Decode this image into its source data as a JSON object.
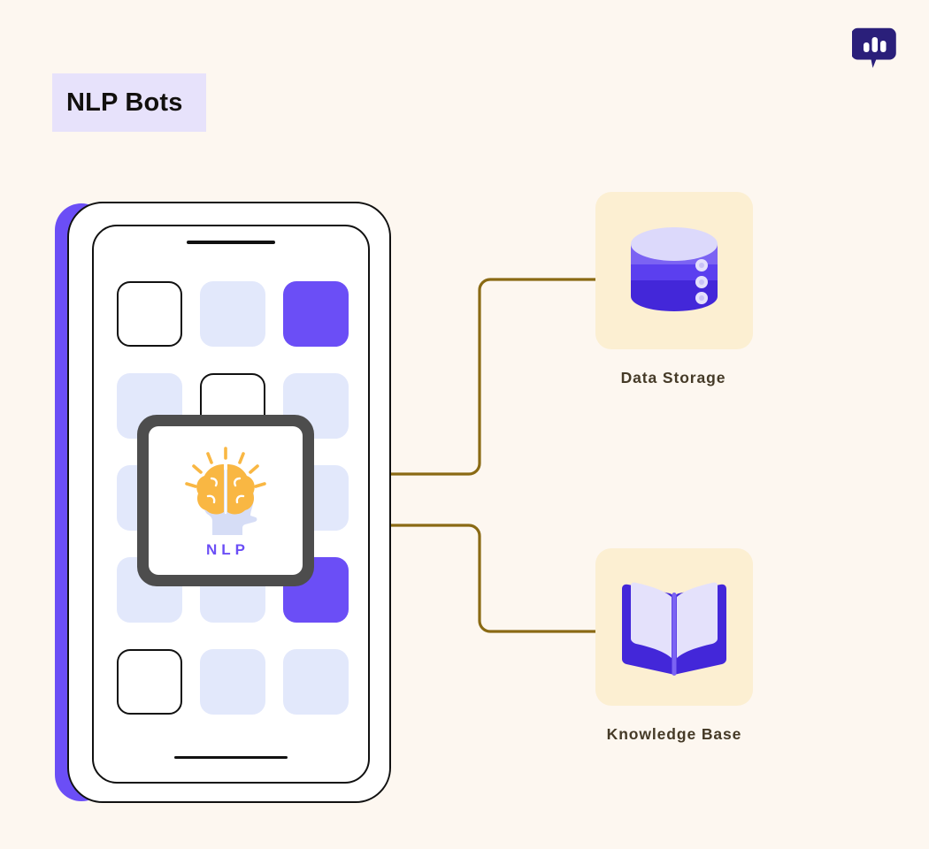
{
  "page": {
    "background_color": "#FDF7F0",
    "title": "NLP Bots"
  },
  "brand": {
    "logo_icon": "chat-bubble-bars-icon",
    "logo_color": "#2A1F7A"
  },
  "header": {
    "title": "NLP Bots",
    "title_chip_color": "#E7E2FB",
    "title_text_color": "#12100E"
  },
  "phone": {
    "accent_color": "#6B4EF6",
    "frame_color": "#111111",
    "screen_color": "#FFFFFF",
    "speaker_bar": "speaker-bar",
    "home_bar": "home-indicator",
    "tile_colors": {
      "lavender": "#E2E8FB",
      "purple": "#6B4EF6",
      "outline": "#FFFFFF"
    },
    "tiles": [
      {
        "style": "outline"
      },
      {
        "style": "lavender"
      },
      {
        "style": "purple"
      },
      {
        "style": "lavender"
      },
      {
        "style": "outline"
      },
      {
        "style": "lavender"
      },
      {
        "style": "lavender"
      },
      {
        "style": "lavender"
      },
      {
        "style": "lavender"
      },
      {
        "style": "lavender"
      },
      {
        "style": "lavender"
      },
      {
        "style": "purple"
      },
      {
        "style": "outline"
      },
      {
        "style": "lavender"
      },
      {
        "style": "lavender"
      }
    ]
  },
  "nlp_card": {
    "label": "NLP",
    "label_color": "#6B4EF6",
    "border_color": "#4D4D4D",
    "icon": "brain-head-icon",
    "brain_color": "#F9B743",
    "head_color": "#D6DDF6"
  },
  "connectors": {
    "color": "#8A6A14",
    "width": 3,
    "links": [
      {
        "from": "nlp-card",
        "to": "data-storage"
      },
      {
        "from": "nlp-card",
        "to": "knowledge-base"
      }
    ]
  },
  "nodes": [
    {
      "id": "data-storage",
      "label": "Data Storage",
      "icon": "database-cylinder-icon",
      "card_color": "#FCEFD2",
      "label_color": "#453A27",
      "icon_colors": {
        "top": "#DCD9FB",
        "band1": "#7B63F3",
        "band2": "#5B3FEF",
        "band3": "#4327D9",
        "dot": "#E4E0FC"
      }
    },
    {
      "id": "knowledge-base",
      "label": "Knowledge Base",
      "icon": "open-book-icon",
      "card_color": "#FCEFD2",
      "label_color": "#453A27",
      "icon_colors": {
        "cover": "#4327D9",
        "pages": "#E4E1FB",
        "spine": "#7B63F3"
      }
    }
  ]
}
